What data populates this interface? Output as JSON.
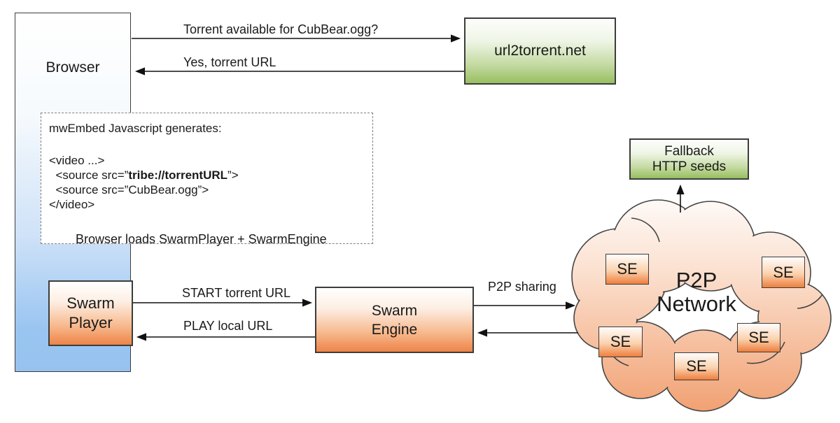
{
  "diagram": {
    "browser": {
      "label": "Browser"
    },
    "url2torrent": {
      "label": "url2torrent.net"
    },
    "fallback": {
      "line1": "Fallback",
      "line2": "HTTP seeds"
    },
    "code_box": {
      "title": "mwEmbed Javascript generates:",
      "line_video_open": "<video ...>",
      "line_source1_pre": "  <source src=”",
      "line_source1_bold": "tribe://torrentURL",
      "line_source1_post": "”>",
      "line_source2": "  <source src=”CubBear.ogg”>",
      "line_video_close": "</video>",
      "footer": "Browser loads SwarmPlayer + SwarmEngine"
    },
    "swarm_player": {
      "line1": "Swarm",
      "line2": "Player"
    },
    "swarm_engine": {
      "line1": "Swarm",
      "line2": "Engine"
    },
    "cloud": {
      "label_line1": "P2P",
      "label_line2": "Network",
      "se_label": "SE"
    },
    "arrows": {
      "torrent_available": "Torrent available for CubBear.ogg?",
      "yes_torrent_url": "Yes, torrent URL",
      "start_torrent_url": "START torrent  URL",
      "play_local_url": "PLAY local URL",
      "p2p_sharing": "P2P sharing"
    },
    "colors": {
      "browser_blue": "#97c2f0",
      "box_green": "#98bf60",
      "box_orange": "#ee8448",
      "se_orange": "#ee7f3e",
      "cloud_salmon": "#f2a478",
      "line_dark": "#1a1a1a"
    }
  }
}
